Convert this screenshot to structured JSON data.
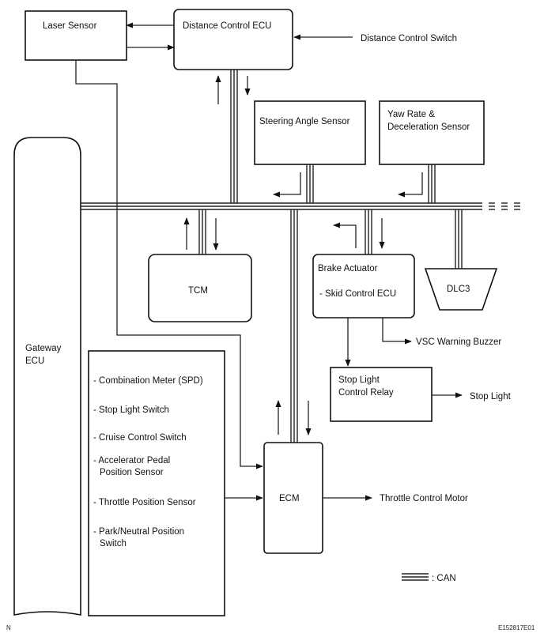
{
  "labels": {
    "laser_sensor": "Laser Sensor",
    "distance_control_ecu": "Distance Control ECU",
    "distance_control_switch": "Distance Control Switch",
    "steering_angle_sensor": "Steering Angle Sensor",
    "yaw_rate_line1": "Yaw Rate &",
    "yaw_rate_line2": "Deceleration Sensor",
    "gateway_line1": "Gateway",
    "gateway_line2": "ECU",
    "tcm": "TCM",
    "brake_actuator": "Brake Actuator",
    "skid_control_ecu": "- Skid Control ECU",
    "dlc3": "DLC3",
    "vsc_warning_buzzer": "VSC Warning Buzzer",
    "stop_light_relay_line1": "Stop Light",
    "stop_light_relay_line2": "Control Relay",
    "stop_light": "Stop Light",
    "ecm": "ECM",
    "throttle_control_motor": "Throttle Control Motor",
    "can_legend": ": CAN",
    "corner_left": "N",
    "corner_right": "E152817E01"
  },
  "input_list": [
    "- Combination Meter (SPD)",
    "- Stop Light Switch",
    "- Cruise Control Switch",
    "- Accelerator Pedal",
    "Position Sensor",
    "- Throttle Position Sensor",
    "- Park/Neutral Position",
    "Switch"
  ]
}
